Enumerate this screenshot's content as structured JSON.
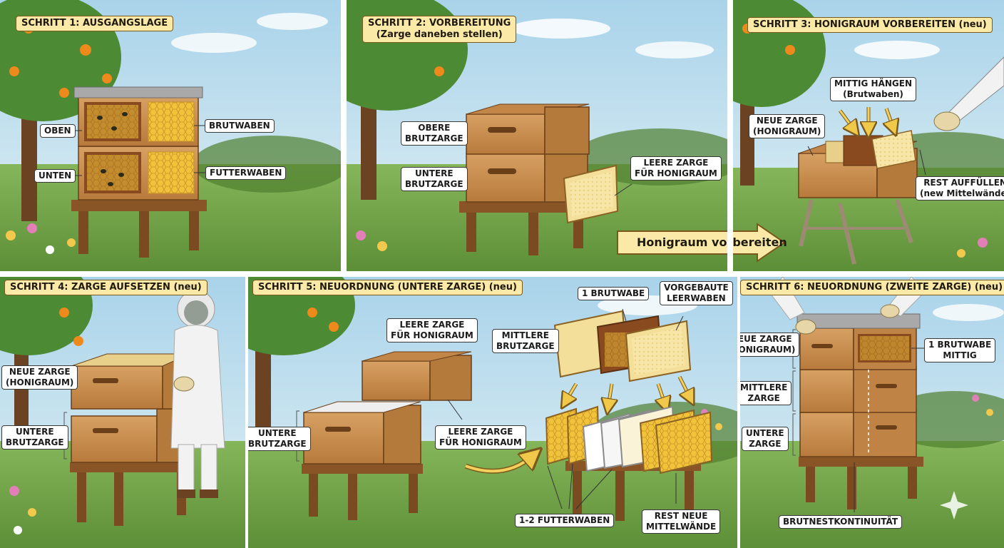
{
  "colors": {
    "sky": "#bfe0ef",
    "grass": "#6fa246",
    "wood": "#c78a4a",
    "wood_dark": "#8a5526",
    "comb": "#f2c12e",
    "label_fill": "#fbe9a8",
    "arrow_fill": "#fbe9a8",
    "lid": "#a9a9a9"
  },
  "steps": [
    {
      "title": "SCHRITT 1: AUSGANGSLAGE",
      "labels": {
        "oben": "OBEN",
        "unten": "UNTEN",
        "brutwaben": "BRUTWABEN",
        "futterwaben": "FUTTERWABEN"
      }
    },
    {
      "title_line1": "SCHRITT 2: VORBEREITUNG",
      "title_line2": "(Zarge daneben stellen)",
      "labels": {
        "obere_line1": "OBERE",
        "obere_line2": "BRUTZARGE",
        "untere_line1": "UNTERE",
        "untere_line2": "BRUTZARGE",
        "leere_line1": "LEERE ZARGE",
        "leere_line2": "FÜR HONIGRAUM"
      }
    },
    {
      "title": "SCHRITT 3: HONIGRAUM VORBEREITEN (neu)",
      "labels": {
        "mittig_line1": "MITTIG HÄNGEN",
        "mittig_line2": "(Brutwaben)",
        "neue_line1": "NEUE ZARGE",
        "neue_line2": "(HONIGRAUM)",
        "rest_line1": "REST AUFFÜLLEN",
        "rest_line2": "(new Mittelwände)"
      },
      "arrow_text": "Honigraum vorbereiten"
    },
    {
      "title": "SCHRITT 4: ZARGE AUFSETZEN (neu)",
      "labels": {
        "neue_line1": "NEUE ZARGE",
        "neue_line2": "(HONIGRAUM)",
        "untere_line1": "UNTERE",
        "untere_line2": "BRUTZARGE"
      }
    },
    {
      "title": "SCHRITT 5: NEUORDNUNG (UNTERE ZARGE) (neu)",
      "labels": {
        "leere_top_line1": "LEERE ZARGE",
        "leere_top_line2": "FÜR HONIGRAUM",
        "untere_line1": "UNTERE",
        "untere_line2": "BRUTZARGE",
        "leere_bottom_line1": "LEERE ZARGE",
        "leere_bottom_line2": "FÜR HONIGRAUM",
        "mittlere_line1": "MITTLERE",
        "mittlere_line2": "BRUTZARGE",
        "eine_brutwabe": "1 BRUTWABE",
        "vorgebaute_line1": "VORGEBAUTE",
        "vorgebaute_line2": "LEERWABEN",
        "futterwaben": "1-2 FUTTERWABEN",
        "rest_line1": "REST NEUE",
        "rest_line2": "MITTELWÄNDE"
      }
    },
    {
      "title": "SCHRITT 6: NEUORDNUNG (ZWEITE ZARGE) (neu)",
      "labels": {
        "neue_line1": "NEUE ZARGE",
        "neue_line2": "(HONIGRAUM)",
        "brutwabe_line1": "1 BRUTWABE",
        "brutwabe_line2": "MITTIG",
        "mittlere_line1": "MITTLERE",
        "mittlere_line2": "ZARGE",
        "untere_line1": "UNTERE",
        "untere_line2": "ZARGE",
        "kontinuitaet": "BRUTNESTKONTINUITÄT"
      }
    }
  ]
}
